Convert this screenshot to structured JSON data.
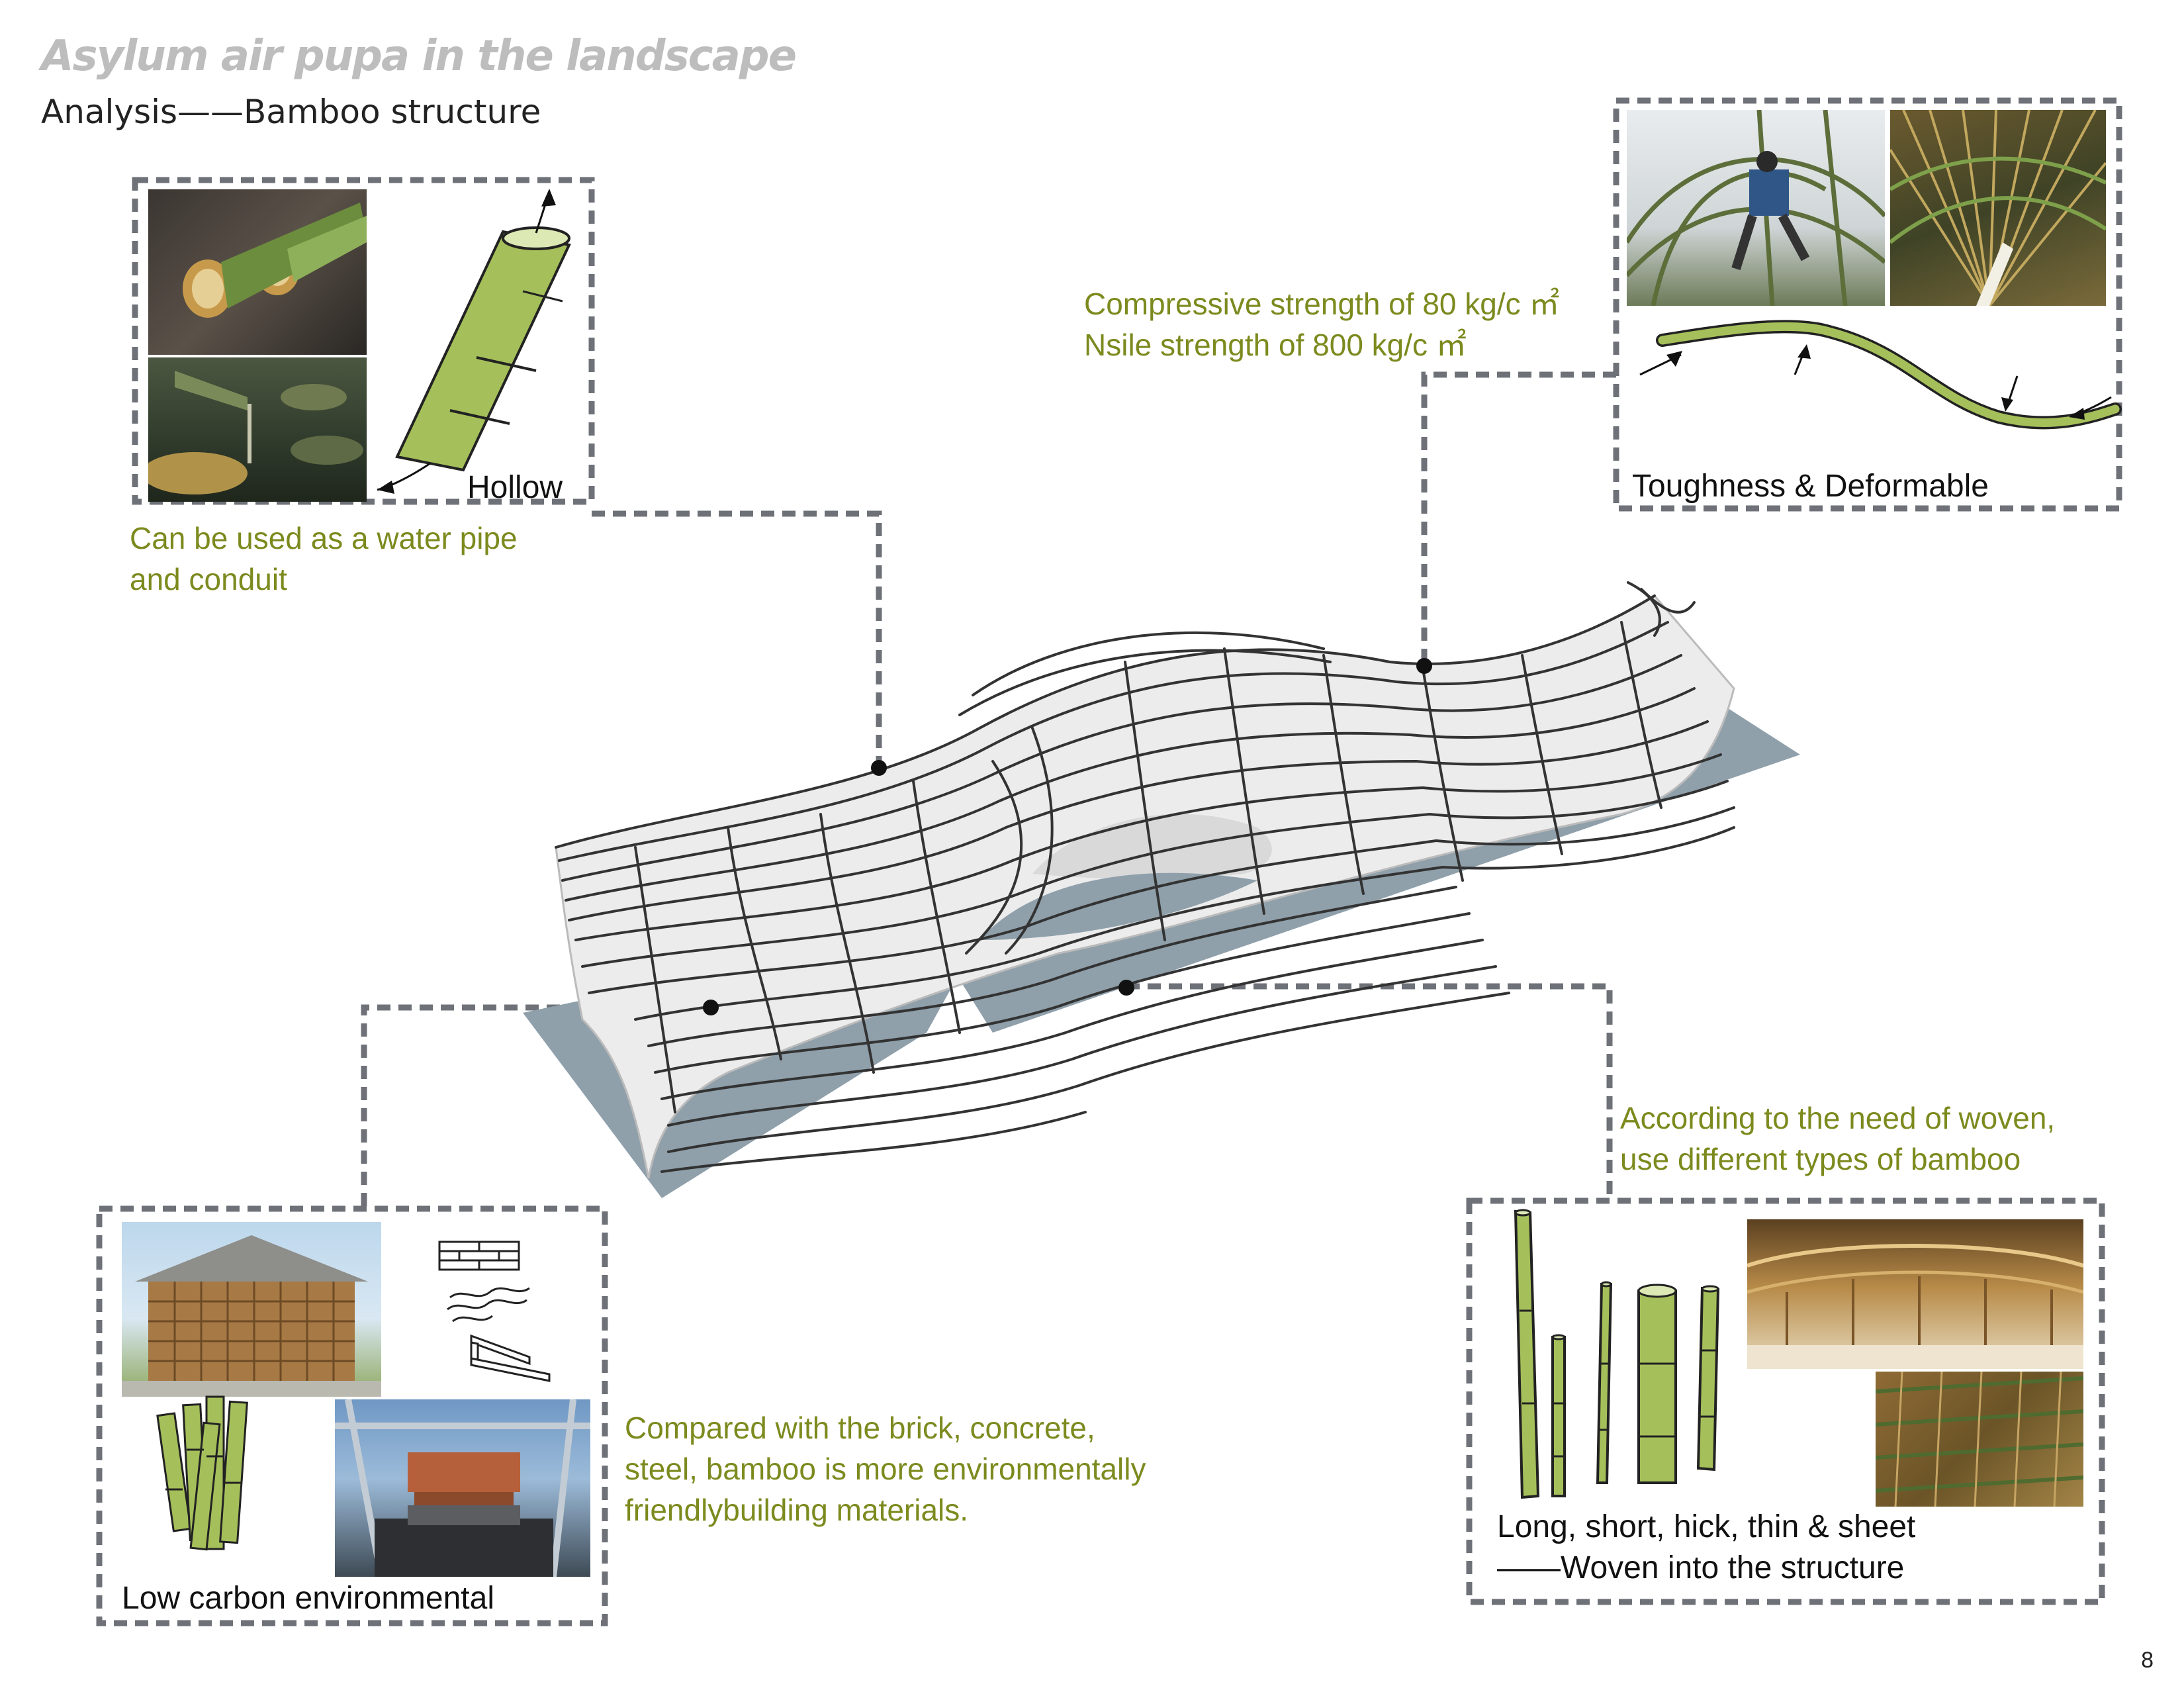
{
  "header": {
    "title": "Asylum air pupa in the landscape",
    "subtitle": "Analysis——Bamboo structure"
  },
  "panels": {
    "hollow": {
      "label": "Hollow",
      "caption_lines": [
        "Can be used as a water pipe",
        "and conduit"
      ]
    },
    "toughness": {
      "label": "Toughness & Deformable",
      "caption_lines": [
        "Compressive strength of 80 kg/c ㎡",
        "Nsile strength of 800 kg/c ㎡"
      ]
    },
    "low_carbon": {
      "label": "Low carbon environmental",
      "caption_lines": [
        "Compared with the brick, concrete,",
        "steel, bamboo is more environmentally",
        "friendlybuilding materials."
      ]
    },
    "woven": {
      "label_lines": [
        "Long, short, hick, thin & sheet",
        "——Woven into the structure"
      ],
      "caption_lines": [
        "According to the need of woven,",
        "use different types of bamboo"
      ]
    }
  },
  "page_number": "8",
  "colors": {
    "olive_text": "#7c8a1e",
    "dash_border": "#6e7278",
    "bamboo_green": "#a5c05a",
    "ground_slab": "#8fa0ab",
    "structure_lines": "#333333"
  }
}
